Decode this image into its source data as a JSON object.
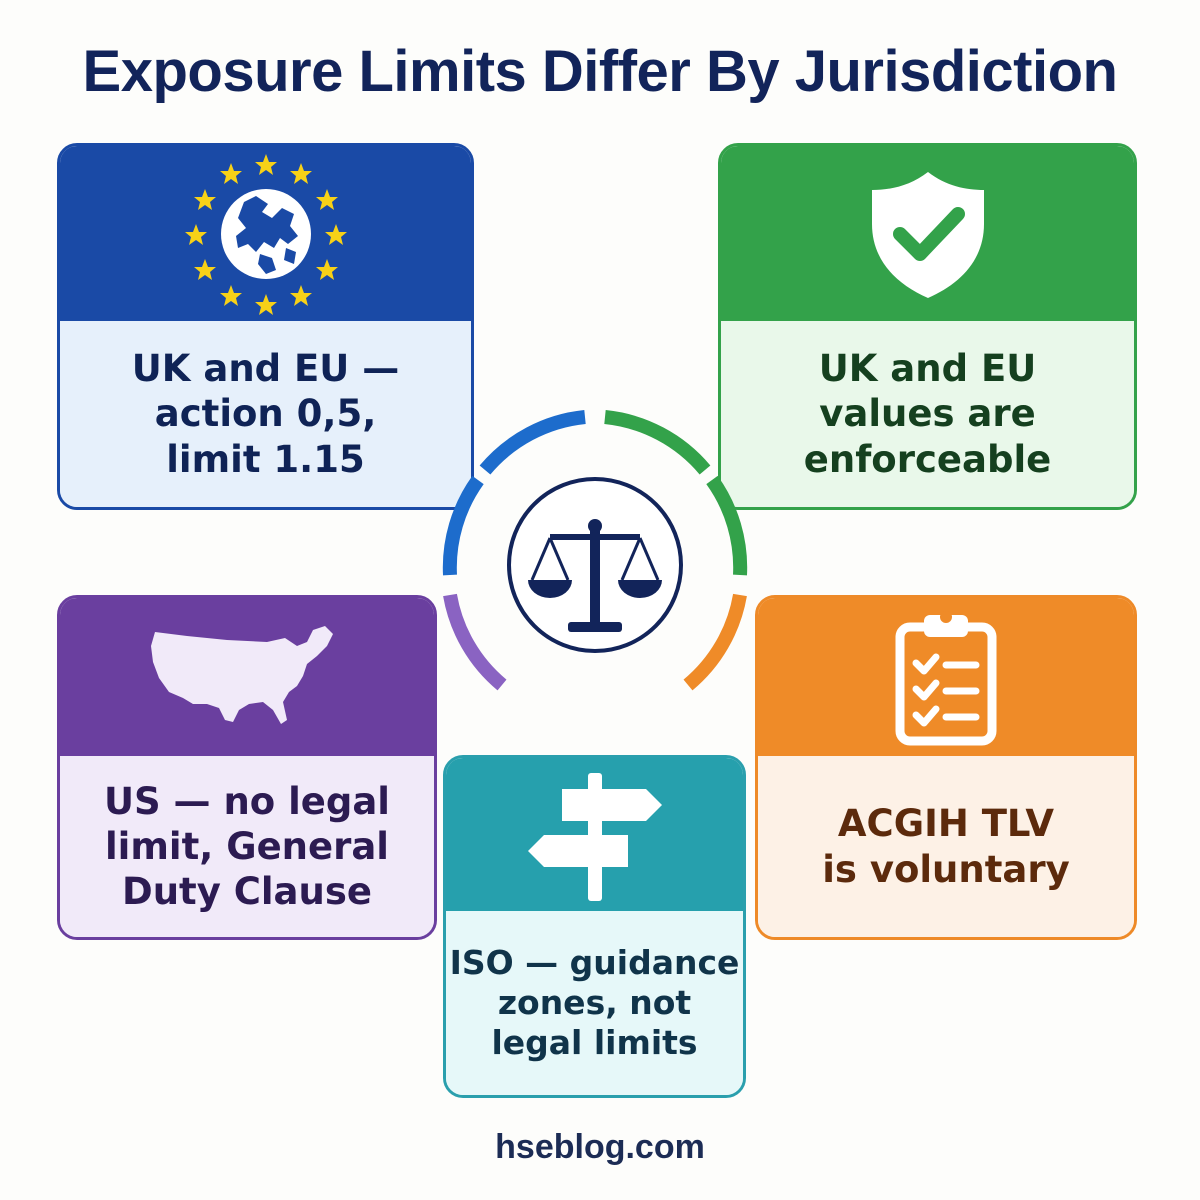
{
  "title": "Exposure Limits Differ By Jurisdiction",
  "cards": {
    "eu": {
      "text": "UK and EU —\naction 0,5,\nlimit 1.15",
      "icon": "eu-globe-icon",
      "color": "#1a4aa6"
    },
    "enforceable": {
      "text": "UK and EU\nvalues are\nenforceable",
      "icon": "shield-check-icon",
      "color": "#33a24a"
    },
    "us": {
      "text": "US — no legal\nlimit, General\nDuty Clause",
      "icon": "us-map-icon",
      "color": "#6a3f9f"
    },
    "iso": {
      "text": "ISO — guidance\nzones, not\nlegal limits",
      "icon": "signpost-icon",
      "color": "#26a0ad"
    },
    "acgih": {
      "text": "ACGIH TLV\nis voluntary",
      "icon": "clipboard-checklist-icon",
      "color": "#ef8b28"
    }
  },
  "hub": {
    "icon": "scales-of-justice-icon",
    "color": "#12245a"
  },
  "footer": "hseblog.com"
}
